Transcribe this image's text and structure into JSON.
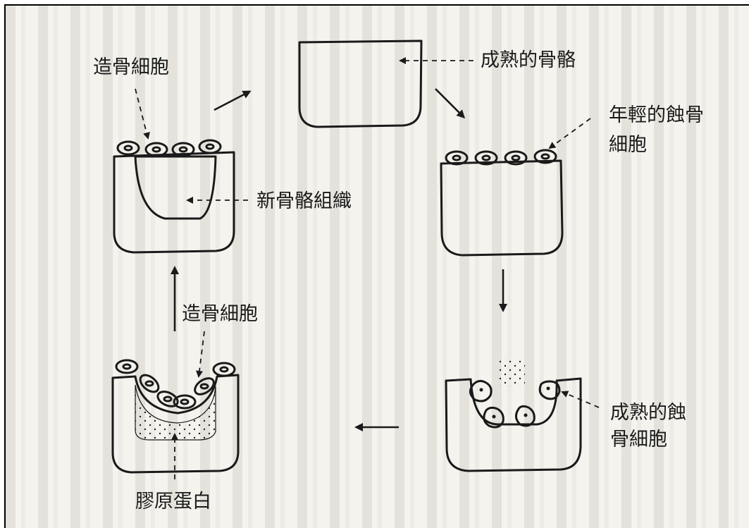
{
  "labels": {
    "osteoblast_top": "造骨細胞",
    "mature_bone": "成熟的骨骼",
    "young_osteoclast_line1": "年輕的蝕骨",
    "young_osteoclast_line2": "細胞",
    "new_bone_tissue": "新骨骼組織",
    "osteoblast_mid": "造骨細胞",
    "mature_osteoclast_line1": "成熟的蝕",
    "mature_osteoclast_line2": "骨細胞",
    "collagen": "膠原蛋白"
  },
  "colors": {
    "ink": "#1a1a1a",
    "paper": "#f4f3ee",
    "page_bg": "#ffffff",
    "frame": "#000000"
  }
}
